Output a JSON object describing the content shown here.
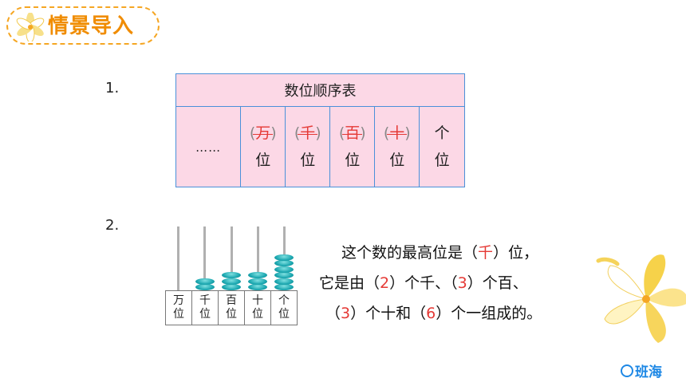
{
  "header": {
    "title": "情景导入"
  },
  "section1": {
    "number": "1.",
    "table": {
      "title": "数位顺序表",
      "columns": [
        {
          "top": "……",
          "bottom": "",
          "answer": false
        },
        {
          "top": "万",
          "bottom": "位",
          "answer": true
        },
        {
          "top": "千",
          "bottom": "位",
          "answer": true
        },
        {
          "top": "百",
          "bottom": "位",
          "answer": true
        },
        {
          "top": "十",
          "bottom": "位",
          "answer": true
        },
        {
          "top": "个",
          "bottom": "位",
          "answer": false
        }
      ]
    }
  },
  "section2": {
    "number": "2.",
    "abacus": {
      "labels": [
        {
          "top": "万",
          "bottom": "位"
        },
        {
          "top": "千",
          "bottom": "位"
        },
        {
          "top": "百",
          "bottom": "位"
        },
        {
          "top": "十",
          "bottom": "位"
        },
        {
          "top": "个",
          "bottom": "位"
        }
      ],
      "beads": [
        0,
        2,
        3,
        3,
        6
      ],
      "bead_color": "#1ba7b0"
    },
    "sentence": {
      "l1_a": "这个数的最高位是（",
      "l1_ans": "千",
      "l1_b": "）位，",
      "l2_a": "它是由（",
      "l2_ans1": "2",
      "l2_b": "）个千、（",
      "l2_ans2": "3",
      "l2_c": "）个百、",
      "l3_a": "（",
      "l3_ans1": "3",
      "l3_b": "）个十和（",
      "l3_ans2": "6",
      "l3_c": "）个一组成的。"
    }
  },
  "brand": {
    "logo_text": "班海"
  },
  "colors": {
    "accent": "#f08c00",
    "answer": "#e53935",
    "table_bg": "#fcd8e6",
    "table_border": "#4a90d9",
    "logo": "#1e88e5"
  }
}
